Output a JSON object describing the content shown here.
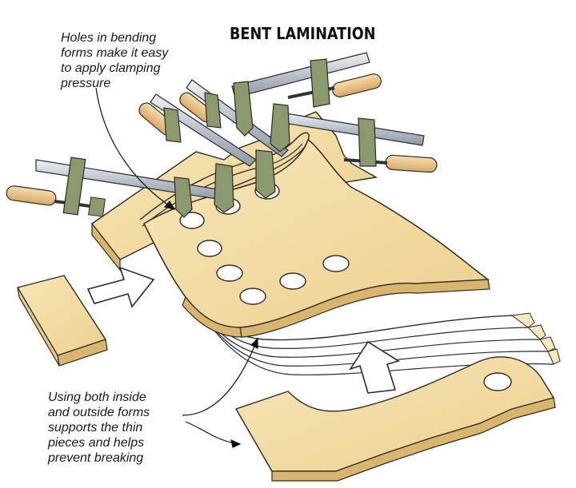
{
  "title": "BENT LAMINATION",
  "annotations": {
    "holes": "Holes in bending\nforms make it easy\nto apply clamping\npressure",
    "forms": "Using both inside\nand outside forms\nsupports the thin\npieces and helps\nprevent breaking"
  },
  "colors": {
    "wood_face": "#f2dca4",
    "wood_light": "#f8e8be",
    "wood_edge": "#d9b66e",
    "steel": "#c9d0d8",
    "clamp_green": "#8a9a6c",
    "handle": "#e8c48c",
    "outline": "#2b2b2b"
  }
}
